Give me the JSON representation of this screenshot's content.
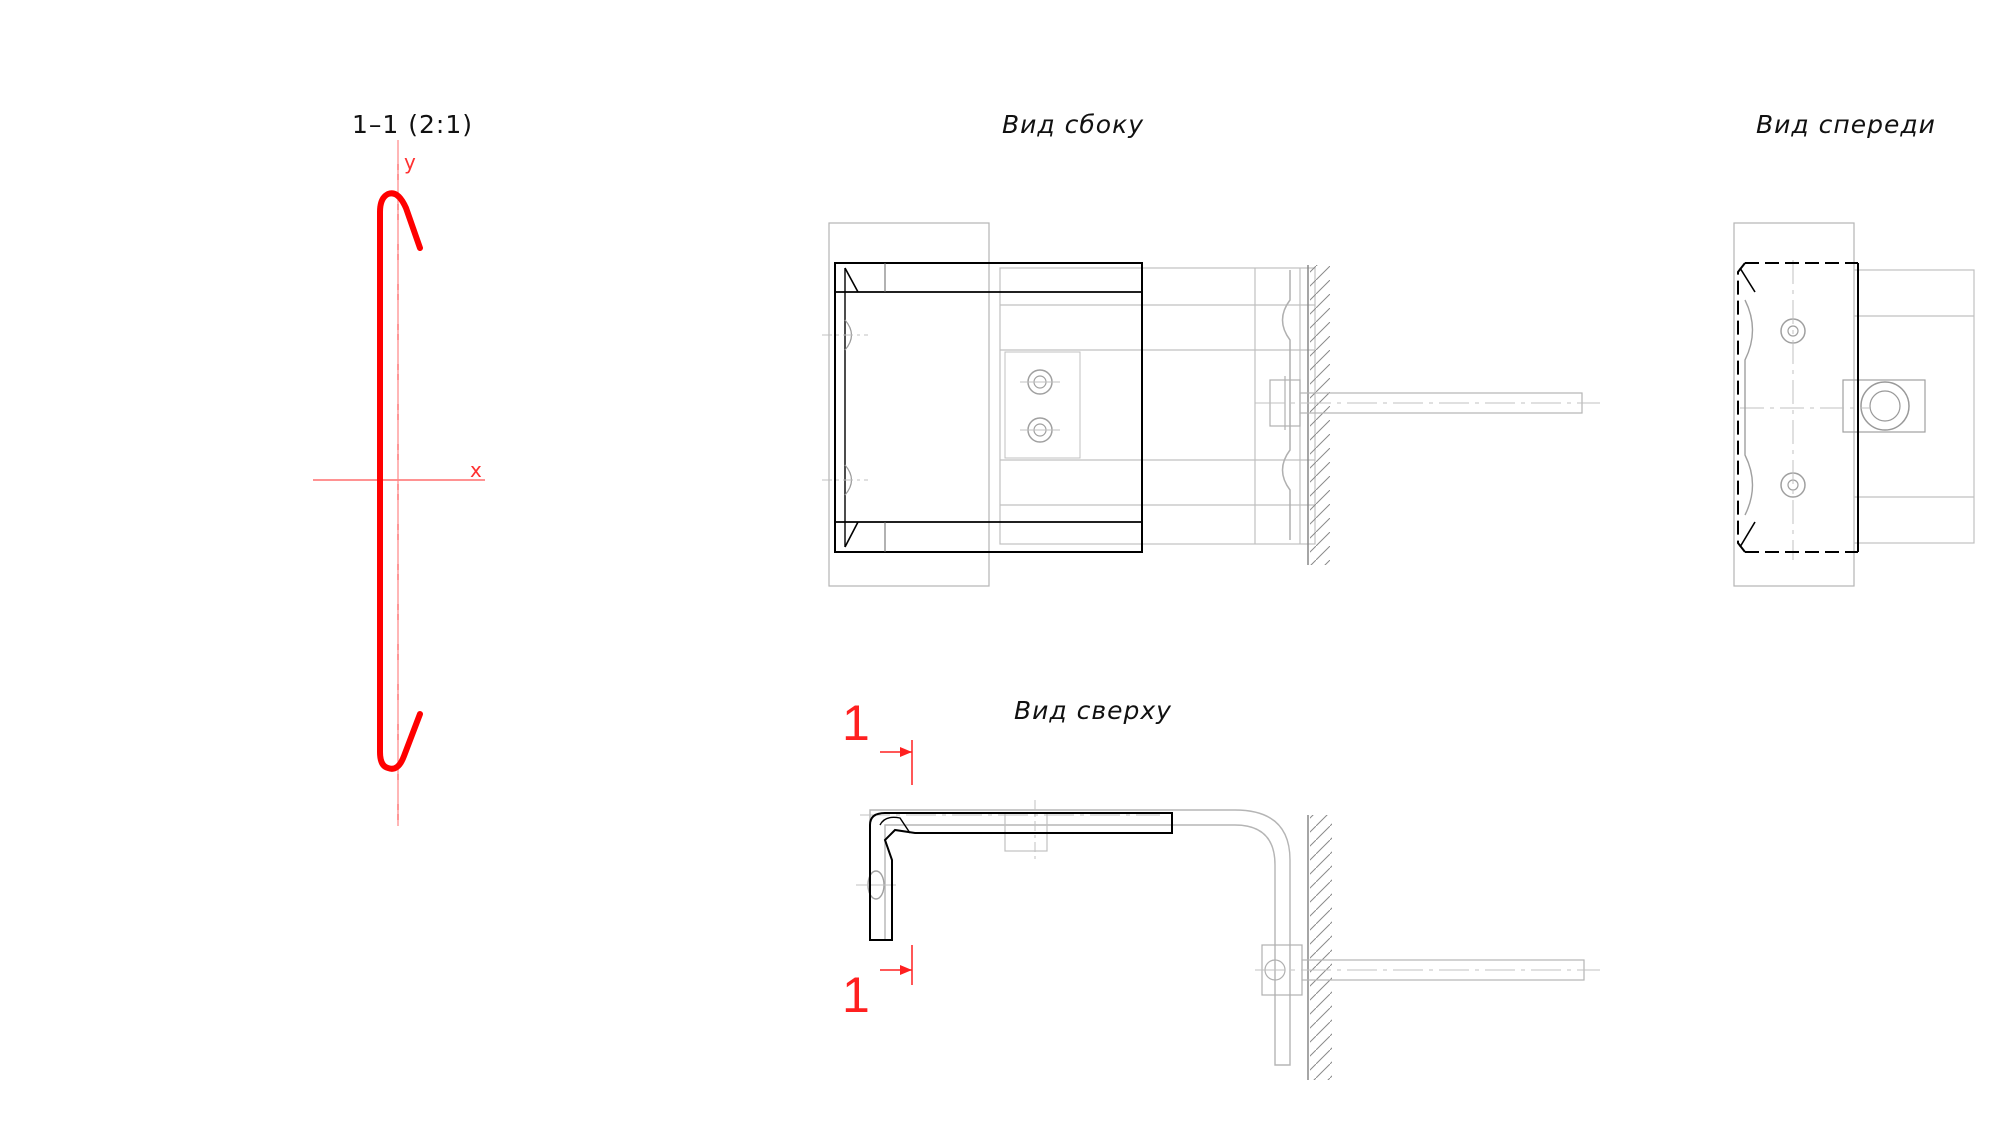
{
  "section": {
    "title": "1–1 (2:1)",
    "axis_x": "x",
    "axis_y": "y"
  },
  "views": {
    "side": "Вид сбоку",
    "front": "Вид спереди",
    "top": "Вид сверху"
  },
  "cut_marks": {
    "top_label": "1",
    "bottom_label": "1"
  },
  "colors": {
    "section_profile": "#ff0000",
    "axis": "#ff4040",
    "main_line": "#000000",
    "background_line": "#b0b0b0"
  }
}
